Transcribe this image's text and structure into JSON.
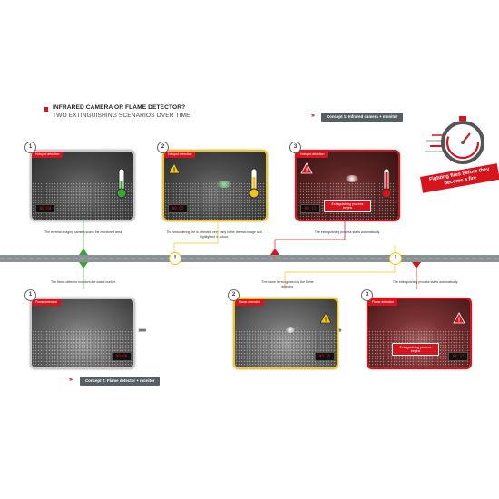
{
  "header": {
    "title": "INFRARED CAMERA OR FLAME DETECTOR?",
    "subtitle": "TWO EXTINGUISHING SCENARIOS OVER TIME"
  },
  "concepts": {
    "concept1": "Concept 1: Infrared camera + monitor",
    "concept2": "Concept 2: Flame detector + monitor"
  },
  "tagline": "Fighting fires before they become a fire",
  "top_panels": [
    {
      "number": "1",
      "label": "Hotspot detection",
      "display": "00:00",
      "caption": "The thermal imaging camera scans the monitored area."
    },
    {
      "number": "2",
      "label": "Hotspot detection",
      "display": "00:05",
      "caption": "The smouldering fire is detected very early in the thermal image and highlighted in colour."
    },
    {
      "number": "3",
      "label": "Hotspot detection",
      "display": "00:12",
      "caption": "The extinguishing process starts automatically.",
      "message": "Extinguishing process begins"
    }
  ],
  "bottom_panels": [
    {
      "number": "1",
      "label": "Flame detection",
      "display": "00:00",
      "caption": "The flame detector monitors the waste bunker."
    },
    {
      "number": "2",
      "label": "Flame detection",
      "display": "04:25",
      "caption": "The flame is recognised by the flame detector."
    },
    {
      "number": "3",
      "label": "Flame detection",
      "display": "04:32",
      "caption": "The extinguishing process starts automatically.",
      "message": "Extinguishing process begins"
    }
  ],
  "timeline": {
    "alert_symbol": "!"
  },
  "colors": {
    "accent_red": "#d7141e",
    "alert_yellow": "#f2c418",
    "start_green": "#3aa535",
    "road_gray": "#8a9296"
  },
  "icons": [
    "warning-icon",
    "thermometer-icon",
    "stopwatch-icon",
    "chevron-right-icon"
  ]
}
